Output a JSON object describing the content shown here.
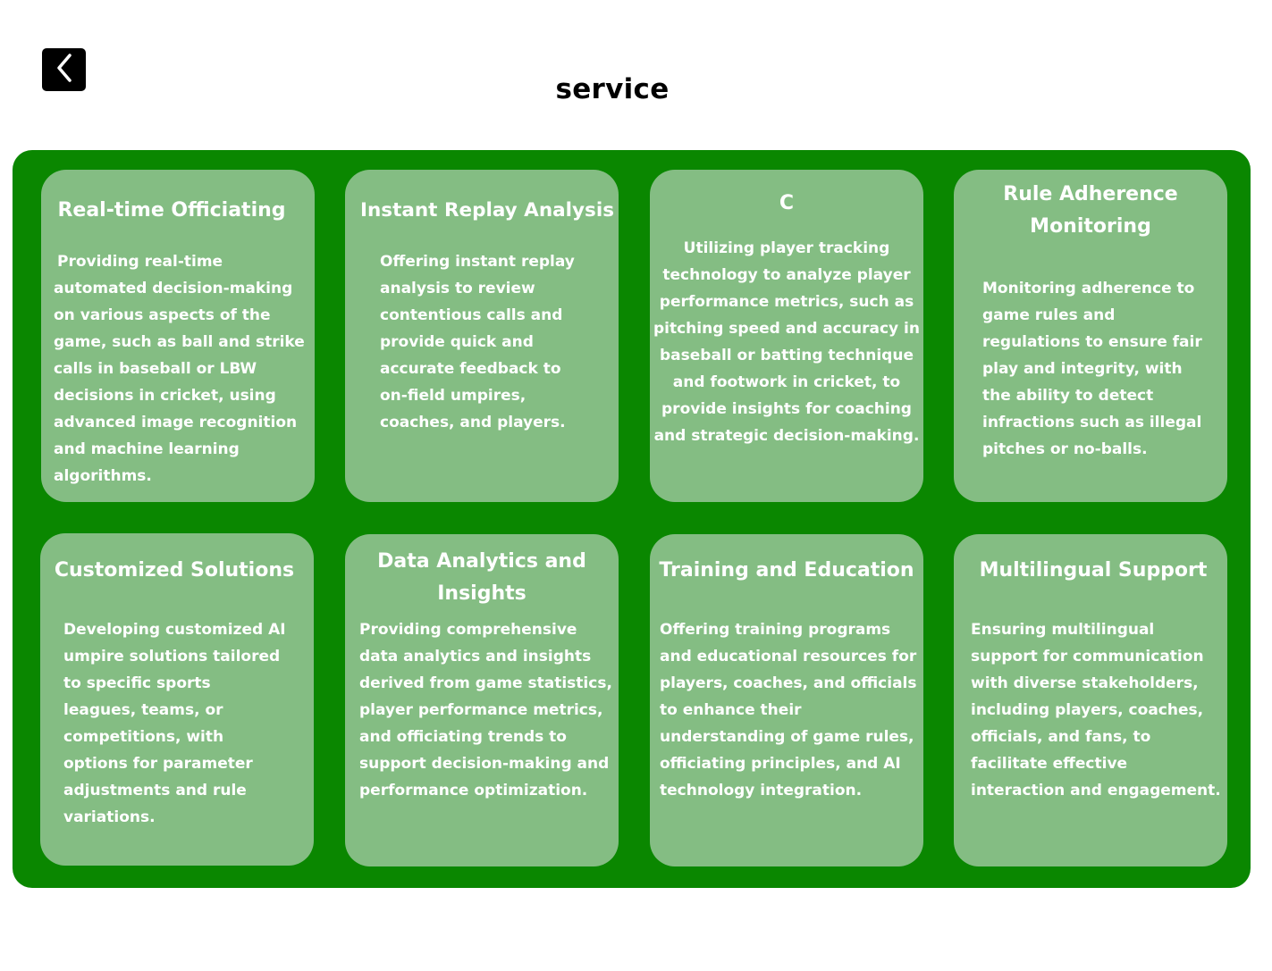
{
  "header": {
    "back_icon": "chevron-left-icon",
    "title": "service"
  },
  "colors": {
    "panel": "#0a8700",
    "card": "#84bd83",
    "card_text": "#ffffff",
    "back_button": "#000000"
  },
  "services": [
    {
      "title": "Real-time Officiating",
      "description": "Providing real-time automated decision-making on various aspects of the game, such as ball and strike calls in baseball or LBW decisions in cricket, using advanced image recognition and machine learning algorithms."
    },
    {
      "title": "Instant Replay Analysis",
      "description": "Offering instant replay analysis to review contentious calls and provide quick and accurate feedback to on-field umpires, coaches, and players."
    },
    {
      "title": "C",
      "description": "Utilizing player tracking technology to analyze player performance metrics, such as pitching speed and accuracy in baseball or batting technique and footwork in cricket, to provide insights for coaching and strategic decision-making."
    },
    {
      "title": "Rule Adherence Monitoring",
      "description": "Monitoring adherence to game rules and regulations to ensure fair play and integrity, with the ability to detect infractions such as illegal pitches or no-balls."
    },
    {
      "title": "Customized Solutions",
      "description": "Developing customized AI umpire solutions tailored to specific sports leagues, teams, or competitions, with options for parameter adjustments and rule variations."
    },
    {
      "title": "Data Analytics and Insights",
      "description": "Providing comprehensive data analytics and insights derived from game statistics, player performance metrics, and officiating trends to support decision-making and performance optimization."
    },
    {
      "title": "Training and Education",
      "description": "Offering training programs and educational resources for players, coaches, and officials to enhance their understanding of game rules, officiating principles, and AI technology integration."
    },
    {
      "title": "Multilingual Support",
      "description": "Ensuring multilingual support for communication with diverse stakeholders, including players, coaches, officials, and fans, to facilitate effective interaction and engagement."
    }
  ]
}
